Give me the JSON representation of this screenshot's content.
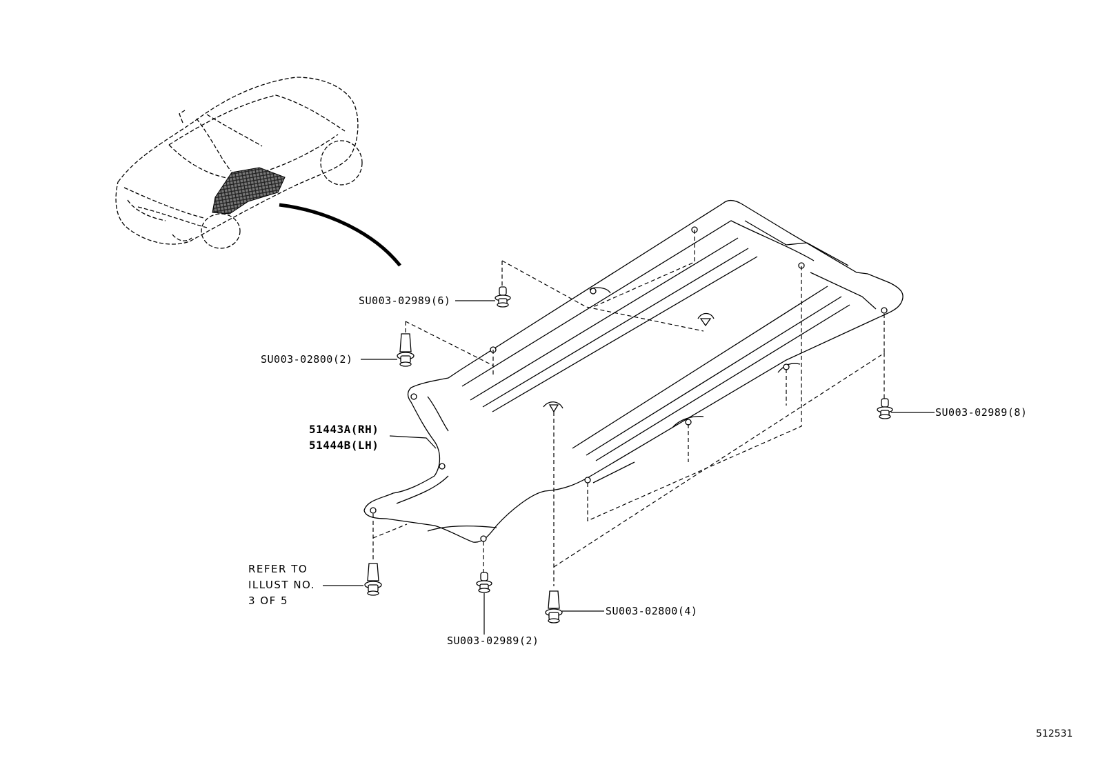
{
  "parts": {
    "cover": {
      "line1": "51443A(RH)",
      "line2": "51444B(LH)"
    },
    "clip_top": "SU003-02989(6)",
    "pin_left": "SU003-02800(2)",
    "clip_right": "SU003-02989(8)",
    "pin_bottom": "SU003-02800(4)",
    "clip_bottom": "SU003-02989(2)"
  },
  "refer_note": {
    "line1": "REFER TO",
    "line2": "ILLUST NO.",
    "line3": "3 OF 5"
  },
  "illustration_id": "512531"
}
